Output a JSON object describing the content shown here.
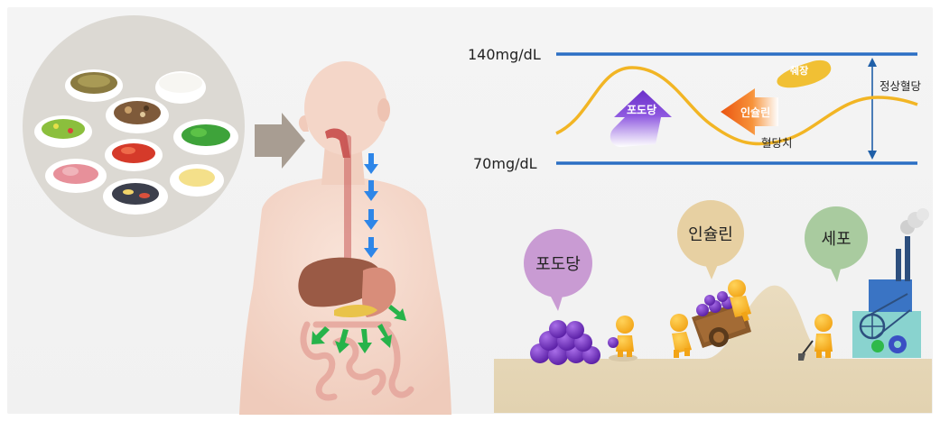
{
  "glucose_range": {
    "upper_label": "140mg/dL",
    "lower_label": "70mg/dL",
    "normal_label": "정상혈당",
    "curve_label": "혈당치",
    "glucose_arrow_label": "포도당",
    "insulin_arrow_label": "인슐린",
    "pancreas_label": "췌장"
  },
  "metaphor": {
    "glucose_bubble": "포도당",
    "insulin_bubble": "인슐린",
    "cell_bubble": "세포"
  },
  "colors": {
    "range_line": "#2b6fc4",
    "curve": "#f2b524",
    "glucose_purple": "#7a3fd0",
    "insulin_orange": "#f06a1b",
    "ground": "#e7d8b8",
    "plate_circle": "#dfdcd6"
  }
}
